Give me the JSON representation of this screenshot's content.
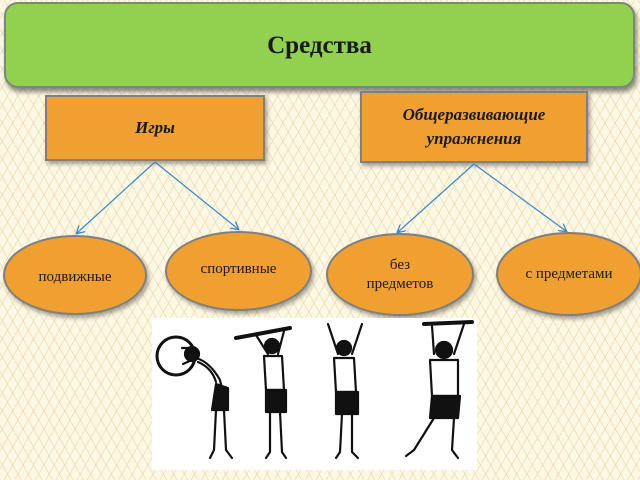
{
  "title": "Средства",
  "categories": {
    "games": "Игры",
    "general": "Общеразвивающие упражнения"
  },
  "subcategories": {
    "mobile": "подвижные",
    "sports": "спортивные",
    "no_equipment": "без предметов",
    "with_equipment": "с предметами"
  },
  "colors": {
    "title_fill": "#92d050",
    "box_fill": "#f0a030",
    "connector": "#3b89c9"
  },
  "illustration": "exercise-figures"
}
